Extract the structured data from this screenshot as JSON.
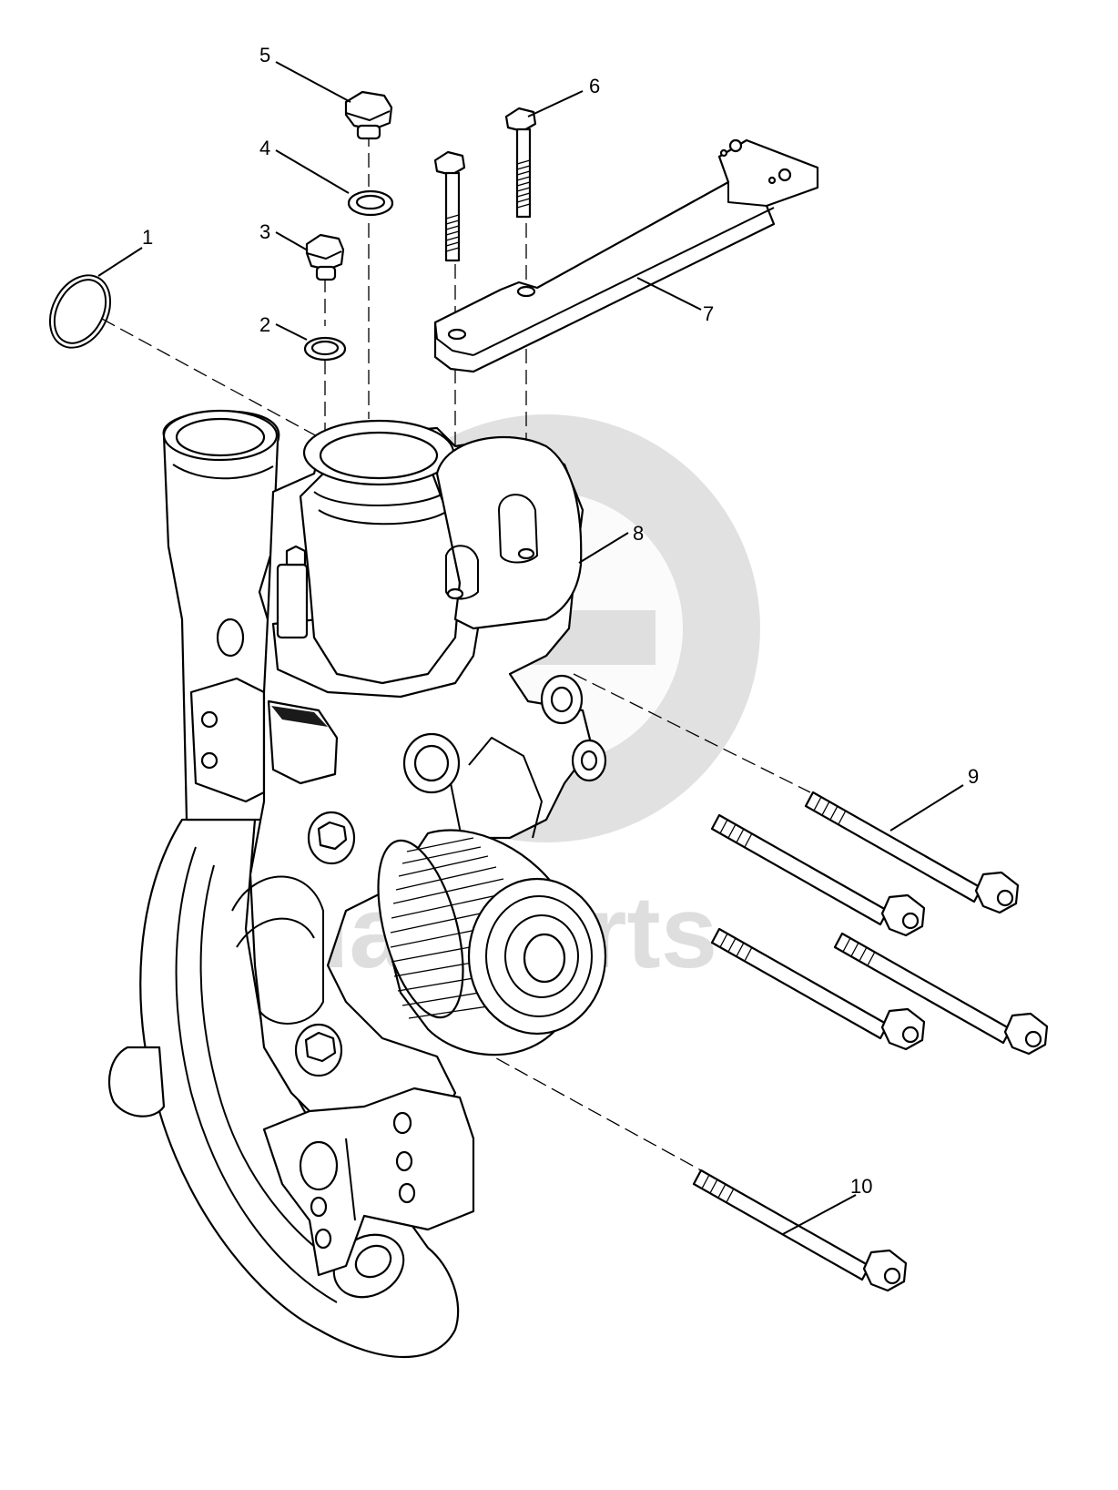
{
  "callouts": [
    {
      "id": "1",
      "label": "1"
    },
    {
      "id": "2",
      "label": "2"
    },
    {
      "id": "3",
      "label": "3"
    },
    {
      "id": "4",
      "label": "4"
    },
    {
      "id": "5",
      "label": "5"
    },
    {
      "id": "6",
      "label": "6"
    },
    {
      "id": "7",
      "label": "7"
    },
    {
      "id": "8",
      "label": "8"
    },
    {
      "id": "9",
      "label": "9"
    },
    {
      "id": "10",
      "label": "10"
    }
  ],
  "watermark": {
    "text": "daf parts",
    "logo": "daf-parts-logo"
  },
  "colors": {
    "line": "#000000",
    "background": "#ffffff",
    "watermark": "#c9c9c9"
  }
}
